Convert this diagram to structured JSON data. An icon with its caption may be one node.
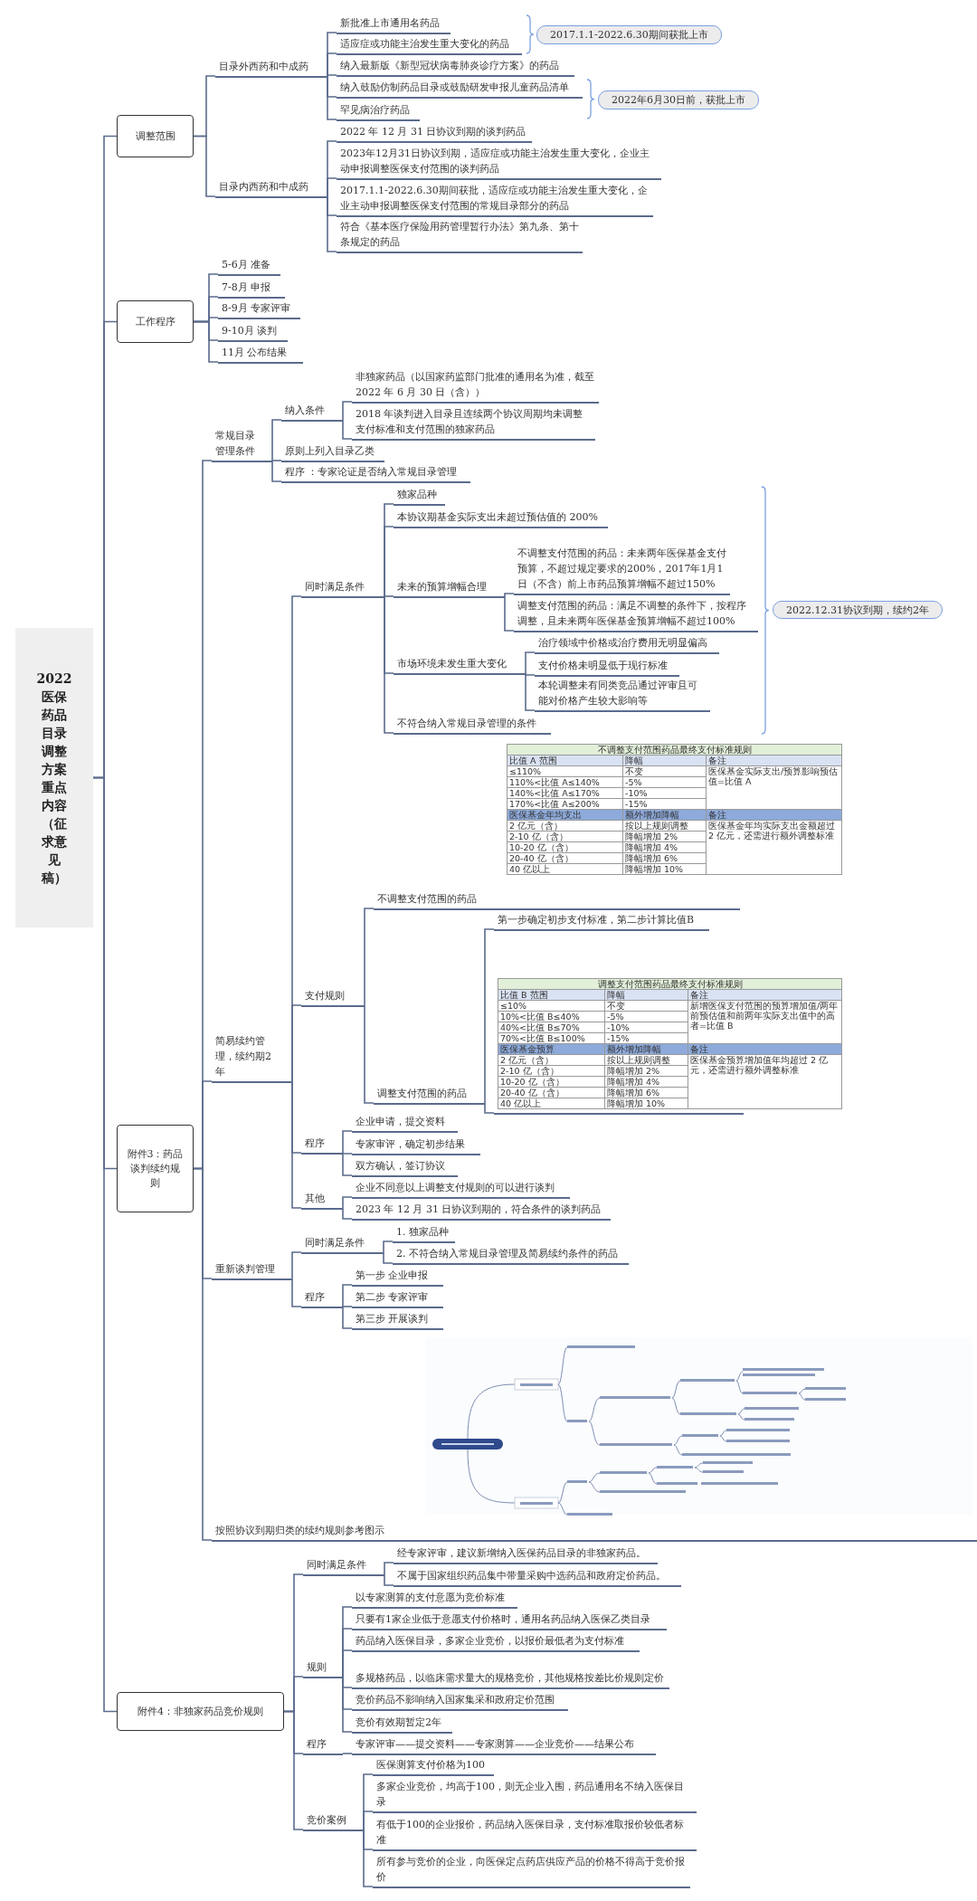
{
  "diagram": {
    "nodes": [
      {
        "text": [
          "2022医保药品目录调整方案重点内容（征求意见稿）"
        ]
      },
      {
        "text": [
          "调整范围"
        ]
      },
      {
        "text": [
          "目录外西药和中成药"
        ]
      },
      {
        "text": [
          "新批准上市通用名药品"
        ]
      },
      {
        "text": [
          "适应症或功能主治发生重大变化的药品"
        ]
      },
      {
        "text": [
          "纳入最新版《新型冠状病毒肺炎诊疗方案》的药品"
        ]
      },
      {
        "text": [
          "纳入鼓励仿制药品目录或鼓励研发申报儿童药品清单"
        ]
      },
      {
        "text": [
          "罕见病治疗药品"
        ]
      },
      {
        "text": [
          "2017.1.1-2022.6.30期间获批上市"
        ]
      },
      {
        "text": [
          "2022年6月30日前，获批上市"
        ]
      },
      {
        "text": [
          "目录内西药和中成药"
        ]
      },
      {
        "text": [
          "2022 年 12 月 31 日协议到期的谈判药品"
        ]
      },
      {
        "text": [
          "2023年12月31日协议到期，适应症或功能主治发生重大变化，企业主动申报调整医保支付范围的谈判药品"
        ]
      },
      {
        "text": [
          "2017.1.1-2022.6.30期间获批，适应症或功能主治发生重大变化，企业主动申报调整医保支付范围的常规目录部分的药品"
        ]
      },
      {
        "text": [
          "符合《基本医疗保险用药管理暂行办法》第九条、第十条规定的药品"
        ]
      },
      {
        "text": [
          "工作程序"
        ]
      },
      {
        "text": [
          "5-6月 准备"
        ]
      },
      {
        "text": [
          "7-8月 申报"
        ]
      },
      {
        "text": [
          "8-9月 专家评审"
        ]
      },
      {
        "text": [
          "9-10月 谈判"
        ]
      },
      {
        "text": [
          "11月 公布结果"
        ]
      },
      {
        "text": [
          "附件3：药品谈判续约规则"
        ]
      },
      {
        "text": [
          "常规目录管理条件"
        ]
      },
      {
        "text": [
          "纳入条件"
        ]
      },
      {
        "text": [
          "非独家药品（以国家药监部门批准的通用名为准，截至 2022 年 6 月 30 日（含））"
        ]
      },
      {
        "text": [
          "2018 年谈判进入目录且连续两个协议周期均未调整支付标准和支付范围的独家药品"
        ]
      },
      {
        "text": [
          "原则上列入目录乙类"
        ]
      },
      {
        "text": [
          "程序 ：专家论证是否纳入常规目录管理"
        ]
      },
      {
        "text": [
          "简易续约管理，续约期2年"
        ]
      },
      {
        "text": [
          "同时满足条件"
        ]
      },
      {
        "text": [
          "独家品种"
        ]
      },
      {
        "text": [
          "本协议期基金实际支出未超过预估值的 200%"
        ]
      },
      {
        "text": [
          "未来的预算增幅合理"
        ]
      },
      {
        "text": [
          "不调整支付范围的药品：未来两年医保基金支付预算，不超过规定要求的200%，2017年1月1日（不含）前上市药品预算增幅不超过150%"
        ]
      },
      {
        "text": [
          "调整支付范围的药品：满足不调整的条件下，按程序调整，且未来两年医保基金预算增幅不超过100%"
        ]
      },
      {
        "text": [
          "市场环境未发生重大变化"
        ]
      },
      {
        "text": [
          "治疗领域中价格或治疗费用无明显偏高"
        ]
      },
      {
        "text": [
          "支付价格未明显低于现行标准"
        ]
      },
      {
        "text": [
          "本轮调整未有同类竞品通过评审且可能对价格产生较大影响等"
        ]
      },
      {
        "text": [
          "不符合纳入常规目录管理的条件"
        ]
      },
      {
        "text": [
          "2022.12.31协议到期，续约2年"
        ]
      },
      {
        "text": [
          "支付规则"
        ]
      },
      {
        "text": [
          "不调整支付范围的药品"
        ]
      },
      {
        "text": [
          "调整支付范围的药品"
        ]
      },
      {
        "text": [
          "第一步确定初步支付标准，第二步计算比值B"
        ]
      },
      {
        "text": [],
        "shape": "picture"
      },
      {
        "text": [
          "程序"
        ]
      },
      {
        "text": [
          "企业申请，提交资料"
        ]
      },
      {
        "text": [
          "专家审评，确定初步结果"
        ]
      },
      {
        "text": [
          "双方确认，签订协议"
        ]
      },
      {
        "text": [
          "其他"
        ]
      },
      {
        "text": [
          "企业不同意以上调整支付规则的可以进行谈判"
        ]
      },
      {
        "text": [
          "2023 年 12 月 31 日协议到期的，符合条件的谈判药品"
        ]
      },
      {
        "text": [
          "重新谈判管理"
        ]
      },
      {
        "text": [
          "同时满足条件"
        ]
      },
      {
        "text": [
          "1. 独家品种"
        ]
      },
      {
        "text": [
          "2. 不符合纳入常规目录管理及简易续约条件的药品"
        ]
      },
      {
        "text": [
          "程序"
        ]
      },
      {
        "text": [
          "第一步 企业申报"
        ]
      },
      {
        "text": [
          "第二步 专家评审"
        ]
      },
      {
        "text": [
          "第三步 开展谈判"
        ]
      },
      {
        "text": [
          "按照协议到期归类的续约规则参考图示"
        ]
      },
      {
        "text": [
          "附件4：非独家药品竞价规则"
        ]
      },
      {
        "text": [
          "同时满足条件"
        ]
      },
      {
        "text": [
          "经专家评审，建议新增纳入医保药品目录的非独家药品。"
        ]
      },
      {
        "text": [
          "不属于国家组织药品集中带量采购中选药品和政府定价药品。"
        ]
      },
      {
        "text": [
          "规则"
        ]
      },
      {
        "text": [
          "以专家测算的支付意愿为竞价标准"
        ]
      },
      {
        "text": [
          "只要有1家企业低于意愿支付价格时，通用名药品纳入医保乙类目录"
        ]
      },
      {
        "text": [
          "药品纳入医保目录，多家企业竞价，以报价最低者为支付标准"
        ]
      },
      {
        "text": [
          "多规格药品，以临床需求量大的规格竞价，其他规格按差比价规则定价"
        ]
      },
      {
        "text": [
          "竞价药品不影响纳入国家集采和政府定价范围"
        ]
      },
      {
        "text": [
          "竞价有效期暂定2年"
        ]
      },
      {
        "text": [
          "程序"
        ]
      },
      {
        "text": [
          "专家评审——提交资料——专家测算——企业竞价——结果公布"
        ]
      },
      {
        "text": [
          "竞价案例"
        ]
      },
      {
        "text": [
          "医保测算支付价格为100"
        ]
      },
      {
        "text": [
          "多家企业竞价，均高于100，则无企业入围，药品通用名不纳入医保目录"
        ]
      },
      {
        "text": [
          "有低于100的企业报价，药品纳入医保目录，支付标准取报价较低者标准"
        ]
      },
      {
        "text": [
          "所有参与竞价的企业，向医保定点药店供应产品的价格不得高于竞价报价"
        ]
      }
    ],
    "edges": [
      {
        "from": 0,
        "to": 1,
        "arrow": "none"
      },
      {
        "from": 1,
        "to": 2,
        "arrow": "none"
      },
      {
        "from": 2,
        "to": 3,
        "arrow": "none"
      },
      {
        "from": 2,
        "to": 4,
        "arrow": "none"
      },
      {
        "from": 2,
        "to": 5,
        "arrow": "none"
      },
      {
        "from": 2,
        "to": 6,
        "arrow": "none"
      },
      {
        "from": 2,
        "to": 7,
        "arrow": "none"
      },
      {
        "from": 1,
        "to": 10,
        "arrow": "none"
      },
      {
        "from": 10,
        "to": 11,
        "arrow": "none"
      },
      {
        "from": 10,
        "to": 12,
        "arrow": "none"
      },
      {
        "from": 10,
        "to": 13,
        "arrow": "none"
      },
      {
        "from": 10,
        "to": 14,
        "arrow": "none"
      },
      {
        "from": 0,
        "to": 15,
        "arrow": "none"
      },
      {
        "from": 15,
        "to": 16,
        "arrow": "none"
      },
      {
        "from": 15,
        "to": 17,
        "arrow": "none"
      },
      {
        "from": 15,
        "to": 18,
        "arrow": "none"
      },
      {
        "from": 15,
        "to": 19,
        "arrow": "none"
      },
      {
        "from": 15,
        "to": 20,
        "arrow": "none"
      },
      {
        "from": 0,
        "to": 21,
        "arrow": "none"
      },
      {
        "from": 21,
        "to": 22,
        "arrow": "none"
      },
      {
        "from": 22,
        "to": 23,
        "arrow": "none"
      },
      {
        "from": 23,
        "to": 24,
        "arrow": "none"
      },
      {
        "from": 23,
        "to": 25,
        "arrow": "none"
      },
      {
        "from": 22,
        "to": 26,
        "arrow": "none"
      },
      {
        "from": 22,
        "to": 27,
        "arrow": "none"
      },
      {
        "from": 21,
        "to": 28,
        "arrow": "none"
      },
      {
        "from": 28,
        "to": 29,
        "arrow": "none"
      },
      {
        "from": 29,
        "to": 30,
        "arrow": "none"
      },
      {
        "from": 29,
        "to": 31,
        "arrow": "none"
      },
      {
        "from": 29,
        "to": 32,
        "arrow": "none"
      },
      {
        "from": 32,
        "to": 33,
        "arrow": "none"
      },
      {
        "from": 32,
        "to": 34,
        "arrow": "none"
      },
      {
        "from": 29,
        "to": 35,
        "arrow": "none"
      },
      {
        "from": 35,
        "to": 36,
        "arrow": "none"
      },
      {
        "from": 35,
        "to": 37,
        "arrow": "none"
      },
      {
        "from": 35,
        "to": 38,
        "arrow": "none"
      },
      {
        "from": 29,
        "to": 39,
        "arrow": "none"
      },
      {
        "from": 28,
        "to": 41,
        "arrow": "none"
      },
      {
        "from": 41,
        "to": 42,
        "arrow": "none"
      },
      {
        "from": 41,
        "to": 43,
        "arrow": "none"
      },
      {
        "from": 43,
        "to": 44,
        "arrow": "none"
      },
      {
        "from": 43,
        "to": 45,
        "arrow": "none"
      },
      {
        "from": 28,
        "to": 46,
        "arrow": "none"
      },
      {
        "from": 46,
        "to": 47,
        "arrow": "none"
      },
      {
        "from": 46,
        "to": 48,
        "arrow": "none"
      },
      {
        "from": 46,
        "to": 49,
        "arrow": "none"
      },
      {
        "from": 28,
        "to": 50,
        "arrow": "none"
      },
      {
        "from": 50,
        "to": 51,
        "arrow": "none"
      },
      {
        "from": 50,
        "to": 52,
        "arrow": "none"
      },
      {
        "from": 21,
        "to": 53,
        "arrow": "none"
      },
      {
        "from": 53,
        "to": 54,
        "arrow": "none"
      },
      {
        "from": 54,
        "to": 55,
        "arrow": "none"
      },
      {
        "from": 54,
        "to": 56,
        "arrow": "none"
      },
      {
        "from": 53,
        "to": 57,
        "arrow": "none"
      },
      {
        "from": 57,
        "to": 58,
        "arrow": "none"
      },
      {
        "from": 57,
        "to": 59,
        "arrow": "none"
      },
      {
        "from": 57,
        "to": 60,
        "arrow": "none"
      },
      {
        "from": 21,
        "to": 61,
        "arrow": "none"
      },
      {
        "from": 0,
        "to": 62,
        "arrow": "none"
      },
      {
        "from": 62,
        "to": 63,
        "arrow": "none"
      },
      {
        "from": 63,
        "to": 64,
        "arrow": "none"
      },
      {
        "from": 63,
        "to": 65,
        "arrow": "none"
      },
      {
        "from": 62,
        "to": 66,
        "arrow": "none"
      },
      {
        "from": 66,
        "to": 67,
        "arrow": "none"
      },
      {
        "from": 66,
        "to": 68,
        "arrow": "none"
      },
      {
        "from": 66,
        "to": 69,
        "arrow": "none"
      },
      {
        "from": 66,
        "to": 70,
        "arrow": "none"
      },
      {
        "from": 66,
        "to": 71,
        "arrow": "none"
      },
      {
        "from": 66,
        "to": 72,
        "arrow": "none"
      },
      {
        "from": 62,
        "to": 73,
        "arrow": "none"
      },
      {
        "from": 73,
        "to": 74,
        "arrow": "none"
      },
      {
        "from": 62,
        "to": 75,
        "arrow": "none"
      },
      {
        "from": 75,
        "to": 76,
        "arrow": "none"
      },
      {
        "from": 75,
        "to": 77,
        "arrow": "none"
      },
      {
        "from": 75,
        "to": 78,
        "arrow": "none"
      },
      {
        "from": 75,
        "to": 79,
        "arrow": "none"
      }
    ],
    "labels": [
      "不调整支付范围药品最终支付标准规则",
      "比值 A 范围",
      "降幅",
      "备注",
      "≤110%",
      "不变",
      "医保基金实际支出/预算影响预估值=比值 A",
      "110%<比值 A≤140%",
      "-5%",
      "140%<比值 A≤170%",
      "-10%",
      "170%<比值 A≤200%",
      "-15%",
      "医保基金年均支出",
      "额外增加降幅",
      "备注",
      "2 亿元（含）",
      "按以上规则调整",
      "医保基金年均实际支出金额超过 2 亿元，还需进行额外调整标准",
      "2-10 亿（含）",
      "降幅增加 2%",
      "10-20 亿（含）",
      "降幅增加 4%",
      "20-40 亿（含）",
      "降幅增加 6%",
      "40 亿以上",
      "降幅增加 10%",
      "调整支付范围药品最终支付标准规则",
      "比值 B 范围",
      "降幅",
      "备注",
      "≤10%",
      "不变",
      "新增医保支付范围的预算增加值/两年前预估值和前两年实际支出值中的高者=比值 B",
      "10%<比值 B≤40%",
      "-5%",
      "40%<比值 B≤70%",
      "-10%",
      "70%<比值 B≤100%",
      "-15%",
      "医保基金预算",
      "额外增加降幅",
      "备注",
      "2 亿元（含）",
      "按以上规则调整",
      "医保基金预算增加值年均超过 2 亿元，还需进行额外调整标准",
      "2-10 亿（含）",
      "降幅增加 2%",
      "10-20 亿（含）",
      "降幅增加 4%",
      "20-40 亿（含）",
      "降幅增加 6%",
      "40 亿以上",
      "降幅增加 10%"
    ]
  }
}
